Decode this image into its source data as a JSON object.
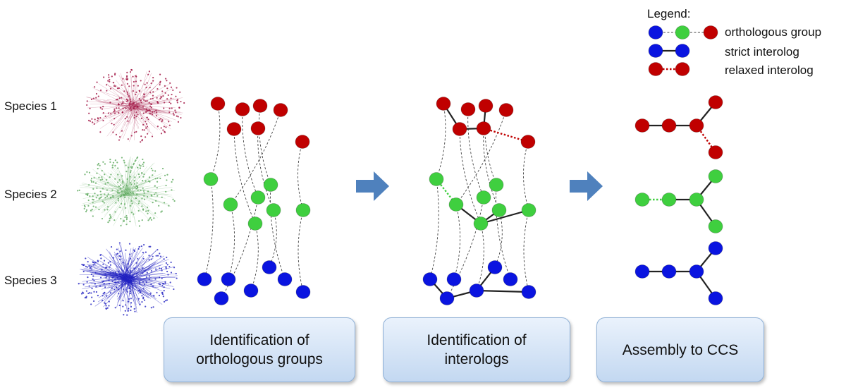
{
  "species": [
    "Species 1",
    "Species 2",
    "Species 3"
  ],
  "legend": {
    "title": "Legend:",
    "items": [
      "orthologous group",
      "strict interolog",
      "relaxed interolog"
    ]
  },
  "stages": [
    "Identification of\northologous groups",
    "Identification of\ninterologs",
    "Assembly to CCS"
  ],
  "colors": {
    "species1": "#c00000",
    "species2": "#3fcf3f",
    "species3": "#0a14e0",
    "arrow": "#4f81bd",
    "edge": "#222222"
  }
}
